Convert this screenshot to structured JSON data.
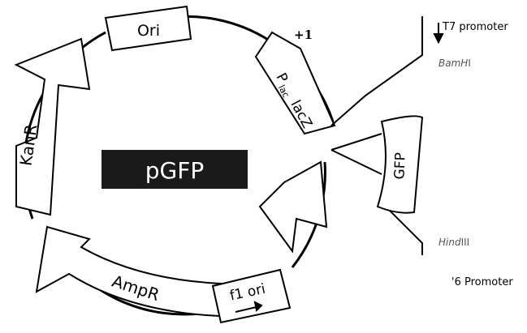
{
  "plasmid": {
    "name": "pGFP",
    "features": {
      "ori": "Ori",
      "plac": "P",
      "plac_sub": "lac",
      "lacz": "lacZ",
      "kanr": "KanR",
      "ampr": "AmpR",
      "f1ori": "f1 ori",
      "gfp": "GFP"
    },
    "plus_one": "+1"
  },
  "insert": {
    "t7_promoter": "T7 promoter",
    "bamhi_italic": "BamH",
    "bamhi_roman": "I",
    "hindiii_italic": "Hind",
    "hindiii_roman": "III",
    "promoter_6": "'6 Promoter"
  },
  "colors": {
    "stroke": "#000000",
    "label_box": "#1a1a1a",
    "label_text": "#ffffff",
    "enzyme_text": "#555555"
  }
}
